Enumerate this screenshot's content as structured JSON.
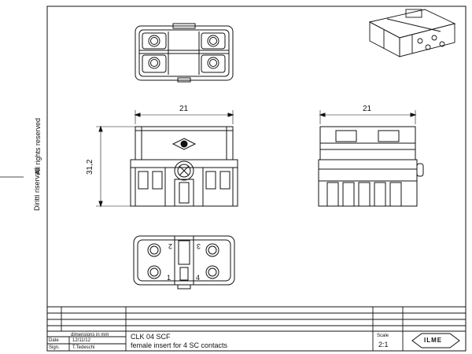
{
  "side_labels": {
    "rights_it": "Diritti riservati",
    "rights_en": "All rights reserved"
  },
  "dimensions": {
    "front_width": "21",
    "side_width": "21",
    "height": "31,2"
  },
  "contacts": {
    "n1": "1",
    "n2": "2",
    "n3": "3",
    "n4": "4"
  },
  "title_block": {
    "units": "dimensions in mm",
    "date_label": "Date",
    "date_value": "12/11/12",
    "sign_label": "Sign.",
    "sign_value": "T.Tedeschi",
    "part_code": "CLK 04 SCF",
    "description": "female insert for 4 SC contacts",
    "scale_label": "Scale",
    "scale_value": "2:1",
    "logo_text": "ILME"
  },
  "colors": {
    "line": "#111111",
    "paper": "#ffffff"
  }
}
